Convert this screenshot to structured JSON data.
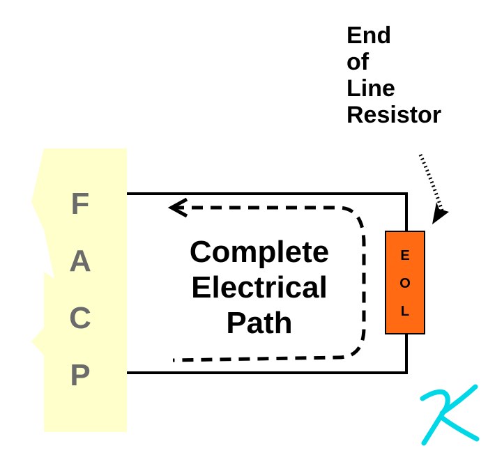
{
  "panel": {
    "letters": [
      "F",
      "A",
      "C",
      "P"
    ],
    "fill_color": "#ffffcc",
    "letter_color": "#6b6b6b"
  },
  "resistor": {
    "letters": [
      "E",
      "O",
      "L"
    ],
    "fill_color": "#ff6a13"
  },
  "callout": {
    "lines": [
      "End",
      "of",
      "Line",
      "Resistor"
    ]
  },
  "loop_label": {
    "lines": [
      "Complete",
      "Electrical",
      "Path"
    ]
  },
  "logo": {
    "mark": "K",
    "color": "#00d8e8"
  }
}
